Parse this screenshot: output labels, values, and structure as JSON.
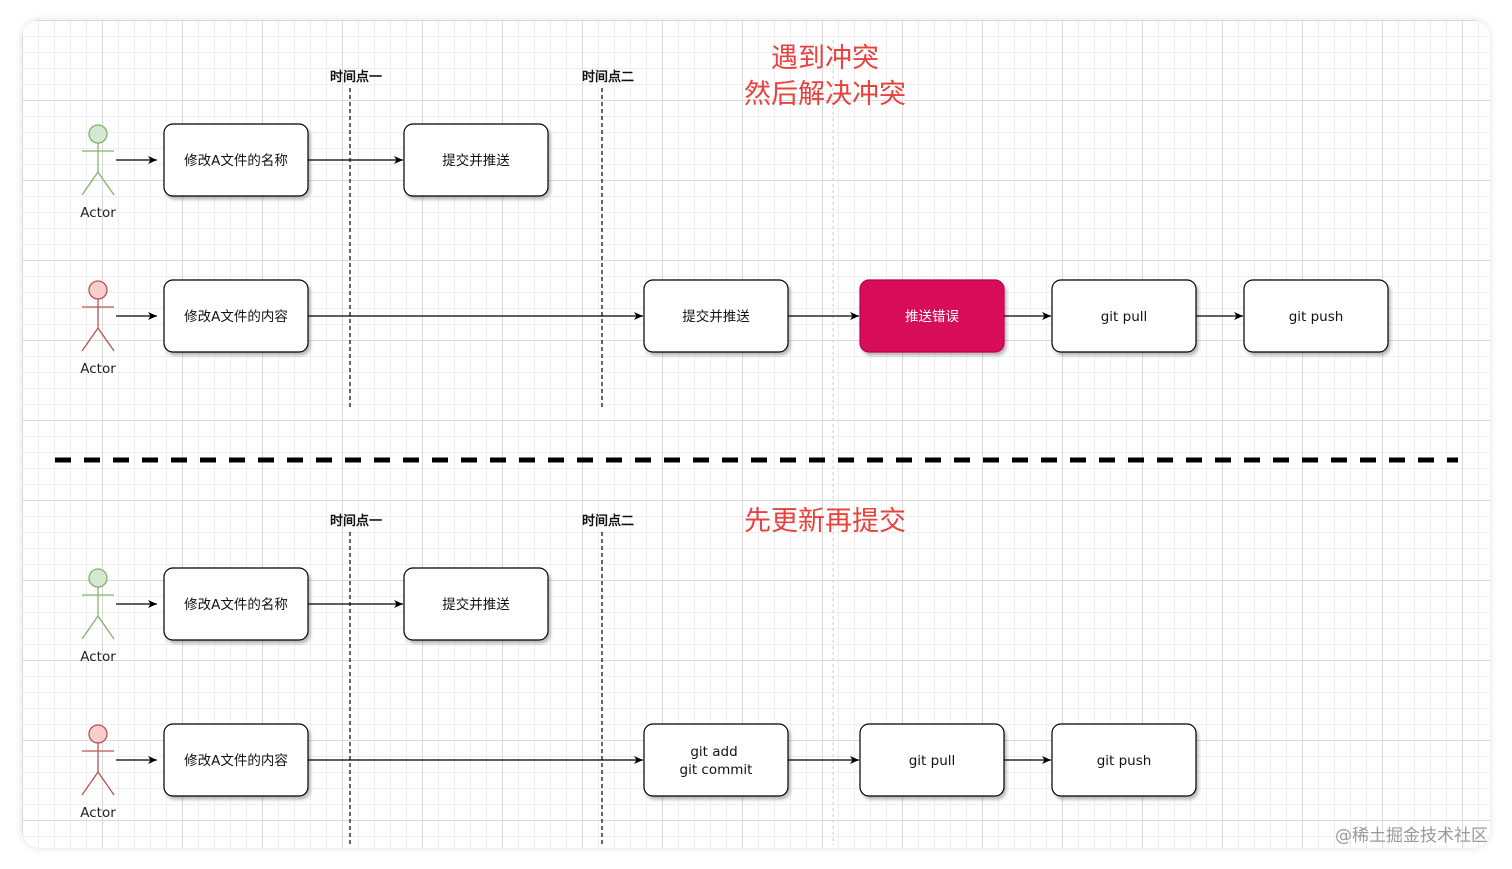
{
  "top": {
    "title_line1": "遇到冲突",
    "title_line2": "然后解决冲突",
    "time_labels": [
      "时间点一",
      "时间点二"
    ],
    "actor1": {
      "label": "Actor",
      "steps": [
        "修改A文件的名称",
        "提交并推送"
      ]
    },
    "actor2": {
      "label": "Actor",
      "steps": [
        "修改A文件的内容",
        "提交并推送",
        "推送错误",
        "git pull",
        "git push"
      ]
    }
  },
  "bottom": {
    "title": "先更新再提交",
    "time_labels": [
      "时间点一",
      "时间点二"
    ],
    "actor1": {
      "label": "Actor",
      "steps": [
        "修改A文件的名称",
        "提交并推送"
      ]
    },
    "actor2": {
      "label": "Actor",
      "steps": [
        "修改A文件的内容",
        "git add",
        "git commit",
        "git pull",
        "git push"
      ]
    }
  },
  "watermark": "@稀土掘金技术社区",
  "colors": {
    "actor_green": "#82b366",
    "actor_green_fill": "#d5e8d4",
    "actor_red": "#b85450",
    "actor_red_fill": "#f8cecc",
    "error_box": "#d80d5a",
    "title_red": "#e8413e"
  }
}
